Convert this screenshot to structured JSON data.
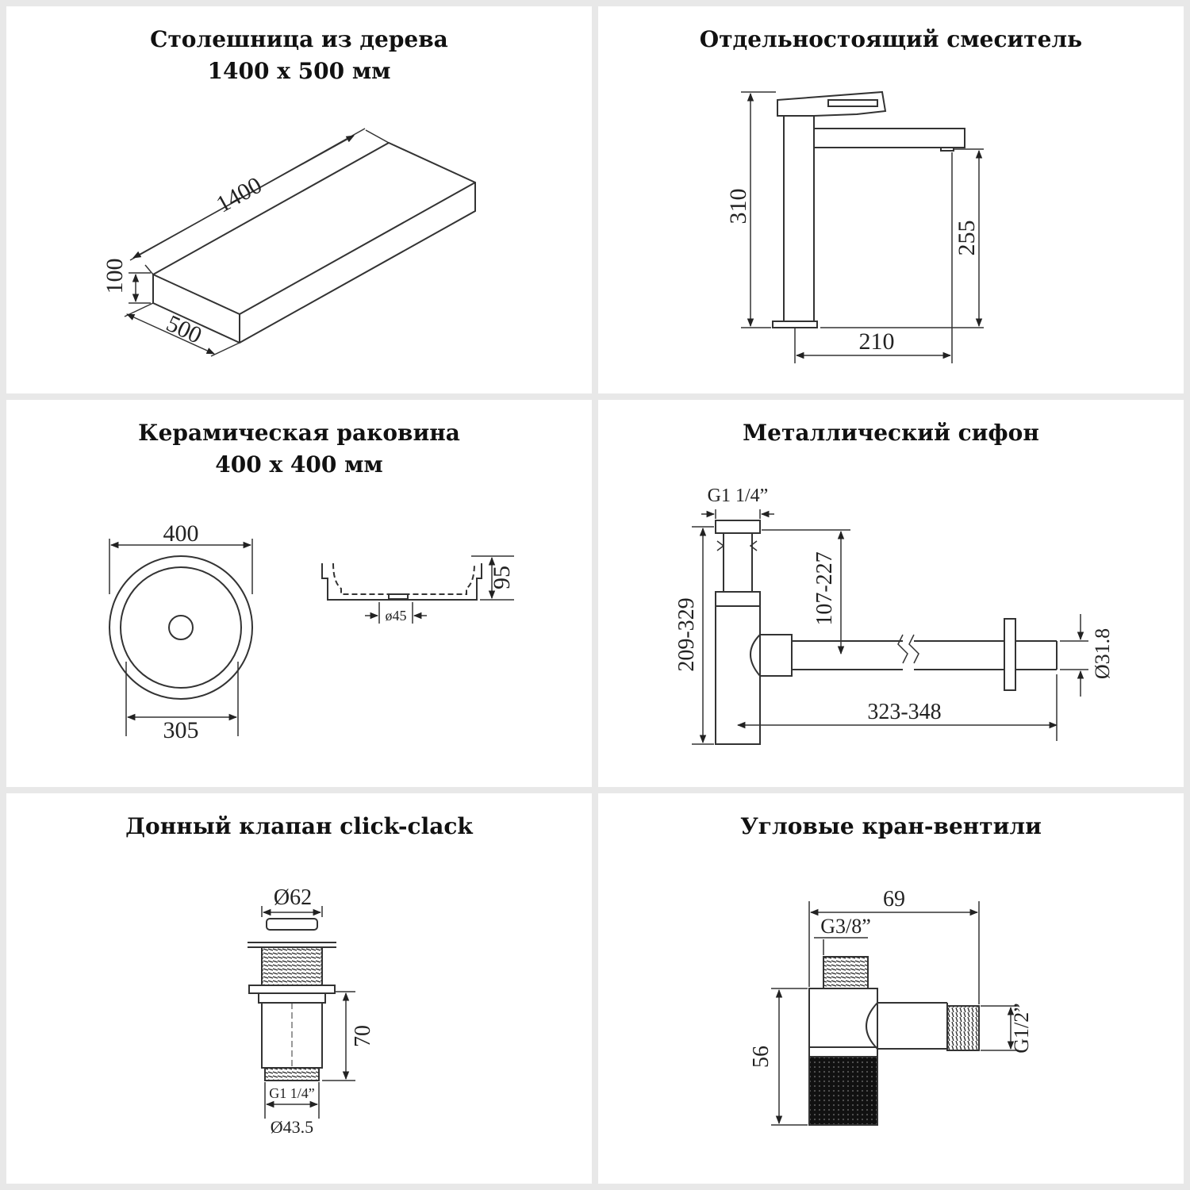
{
  "panels": {
    "countertop": {
      "title_line1": "Столешница из дерева",
      "title_line2": "1400 x 500 мм",
      "dim_length": "1400",
      "dim_height": "100",
      "dim_depth": "500"
    },
    "mixer": {
      "title": "Отдельностоящий смеситель",
      "dim_height": "310",
      "dim_spout_height": "255",
      "dim_reach": "210"
    },
    "sink": {
      "title_line1": "Керамическая раковина",
      "title_line2": "400 x 400 мм",
      "dim_outer": "400",
      "dim_inner": "305",
      "dim_depth": "95",
      "dim_drain": "ø45"
    },
    "siphon": {
      "title": "Металлический сифон",
      "dim_thread": "G1 1/4”",
      "dim_total_height": "209-329",
      "dim_adjust": "107-227",
      "dim_length": "323-348",
      "dim_pipe_diameter": "Ø31.8"
    },
    "drain_valve": {
      "title": "Донный клапан click-clack",
      "dim_top_diameter": "Ø62",
      "dim_height": "70",
      "dim_thread": "G1 1/4”",
      "dim_bottom_diameter": "Ø43.5"
    },
    "angle_valve": {
      "title": "Угловые кран-вентили",
      "dim_width": "69",
      "dim_inlet_thread": "G3/8”",
      "dim_height": "56",
      "dim_outlet_thread": "G1/2”"
    }
  }
}
